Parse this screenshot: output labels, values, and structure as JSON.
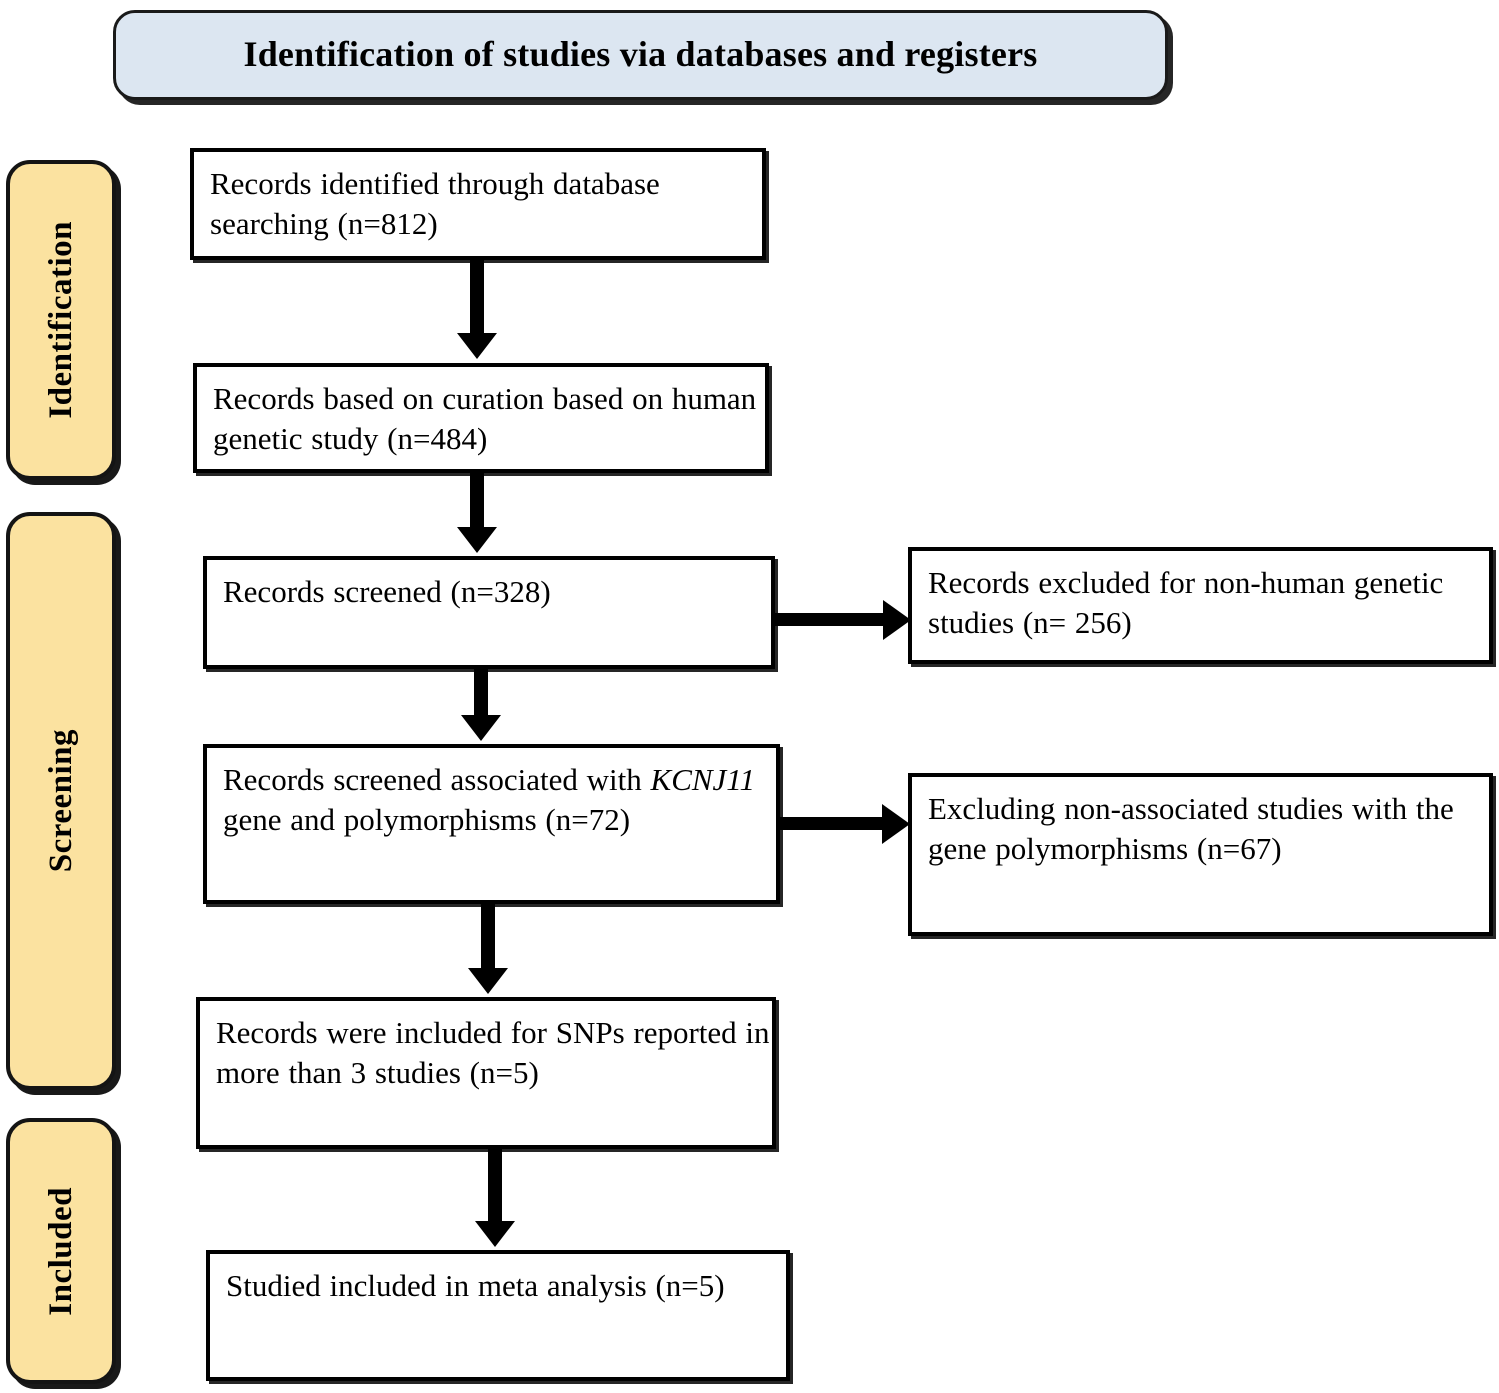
{
  "header": {
    "title": "Identification of studies via databases and registers",
    "background_color": "#dce6f1",
    "border_color": "#1a1a1a"
  },
  "stages": [
    {
      "id": "identification",
      "label": "Identification",
      "color": "#fbe2a0"
    },
    {
      "id": "screening",
      "label": "Screening",
      "color": "#fbe2a0"
    },
    {
      "id": "included",
      "label": "Included",
      "color": "#fbe2a0"
    }
  ],
  "boxes": {
    "identified": {
      "text": "Records identified through database searching  (n=812)",
      "count": 812
    },
    "curation": {
      "text": "Records based on curation based on human genetic study (n=484)",
      "count": 484
    },
    "screened": {
      "text": "Records screened (n=328)",
      "count": 328
    },
    "screened_kcnj11": {
      "prefix": "Records screened associated with ",
      "gene": "KCNJ11",
      "suffix": " gene and polymorphisms (n=72)",
      "count": 72
    },
    "included_snps": {
      "text": "Records were included for SNPs reported in more than 3 studies (n=5)",
      "count": 5
    },
    "meta_analysis": {
      "text": "Studied included in meta analysis (n=5)",
      "count": 5
    },
    "excluded_nonhuman": {
      "text": "Records excluded for non-human genetic studies (n= 256)",
      "count": 256
    },
    "excluded_nonassociated": {
      "text": "Excluding non-associated studies with the gene polymorphisms (n=67)",
      "count": 67
    }
  },
  "chart_data": {
    "type": "diagram",
    "title": "Identification of studies via databases and registers",
    "nodes": [
      {
        "id": "identified",
        "stage": "Identification",
        "label": "Records identified through database searching  (n=812)",
        "n": 812
      },
      {
        "id": "curation",
        "stage": "Identification",
        "label": "Records based on curation based on human genetic study (n=484)",
        "n": 484
      },
      {
        "id": "screened",
        "stage": "Screening",
        "label": "Records screened (n=328)",
        "n": 328
      },
      {
        "id": "excluded_nonhuman",
        "stage": "Screening",
        "label": "Records excluded for non-human genetic studies (n= 256)",
        "n": 256
      },
      {
        "id": "screened_kcnj11",
        "stage": "Screening",
        "label": "Records screened associated with KCNJ11 gene and polymorphisms (n=72)",
        "n": 72
      },
      {
        "id": "excluded_nonassociated",
        "stage": "Screening",
        "label": "Excluding non-associated studies with the gene polymorphisms (n=67)",
        "n": 67
      },
      {
        "id": "included_snps",
        "stage": "Screening",
        "label": "Records were included for SNPs reported in more than 3 studies (n=5)",
        "n": 5
      },
      {
        "id": "meta_analysis",
        "stage": "Included",
        "label": "Studied included in meta analysis (n=5)",
        "n": 5
      }
    ],
    "edges": [
      {
        "from": "identified",
        "to": "curation",
        "direction": "down"
      },
      {
        "from": "curation",
        "to": "screened",
        "direction": "down"
      },
      {
        "from": "screened",
        "to": "excluded_nonhuman",
        "direction": "right"
      },
      {
        "from": "screened",
        "to": "screened_kcnj11",
        "direction": "down"
      },
      {
        "from": "screened_kcnj11",
        "to": "excluded_nonassociated",
        "direction": "right"
      },
      {
        "from": "screened_kcnj11",
        "to": "included_snps",
        "direction": "down"
      },
      {
        "from": "included_snps",
        "to": "meta_analysis",
        "direction": "down"
      }
    ]
  }
}
